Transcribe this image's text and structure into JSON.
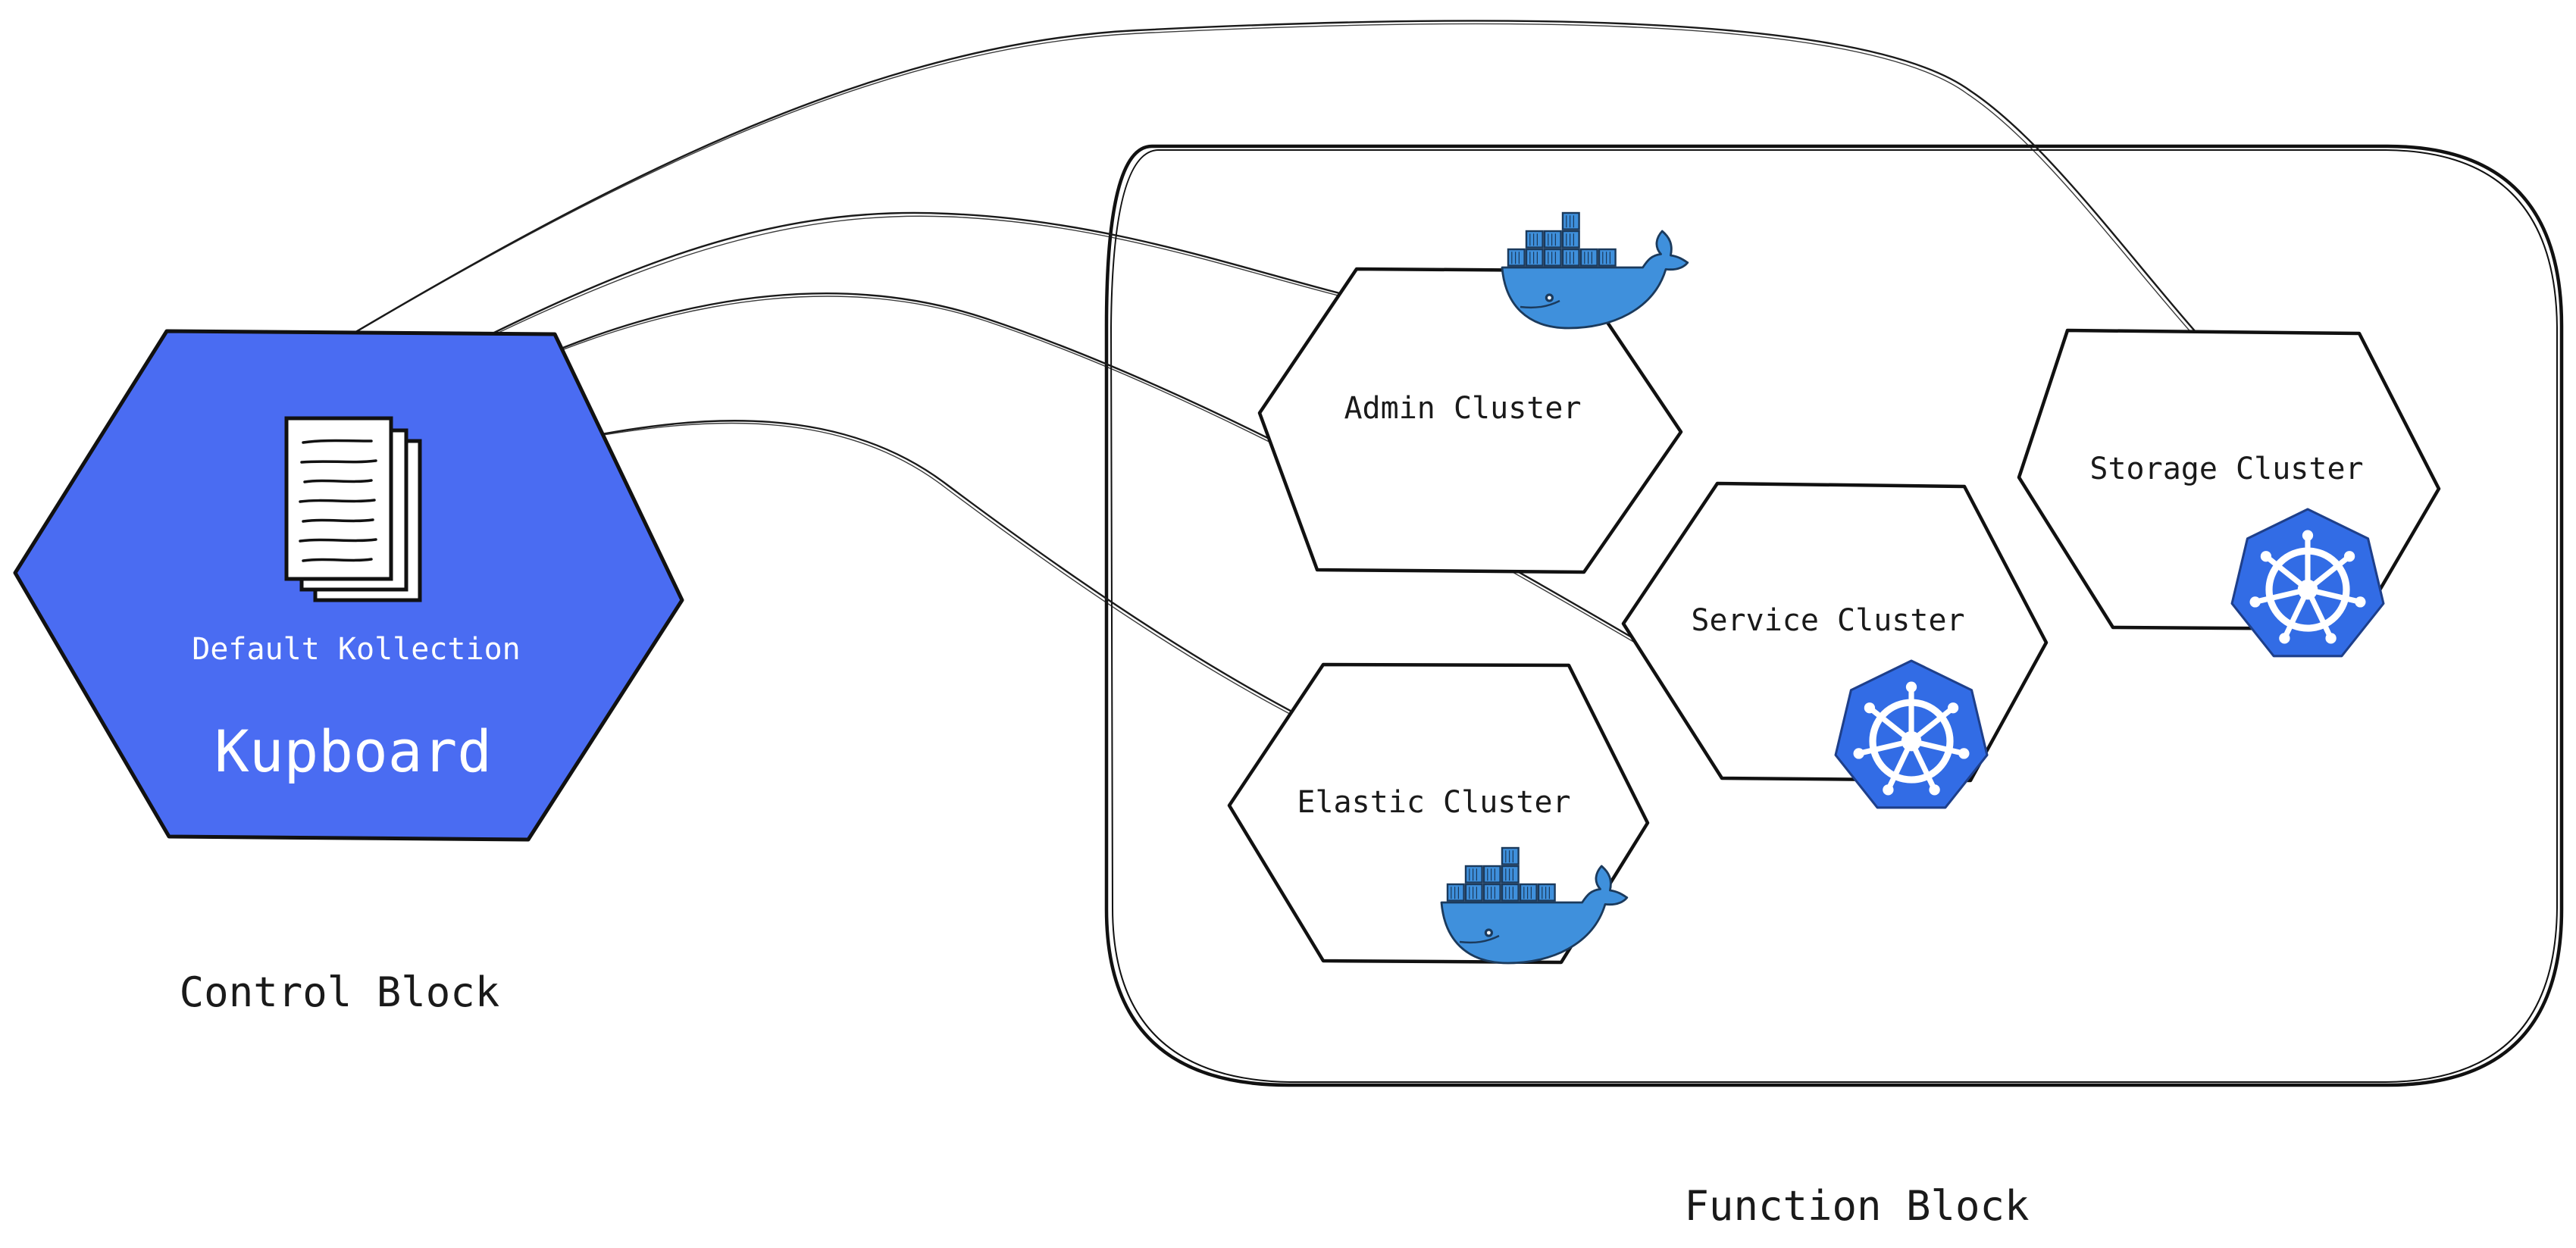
{
  "control_block": {
    "caption": "Control Block",
    "hub": {
      "subtitle": "Default Kollection",
      "title": "Kupboard",
      "icon": "documents-icon",
      "color": "#4a6cf2"
    }
  },
  "function_block": {
    "caption": "Function Block",
    "clusters": [
      {
        "label": "Admin Cluster",
        "icon": "docker-icon"
      },
      {
        "label": "Service Cluster",
        "icon": "kubernetes-icon"
      },
      {
        "label": "Storage Cluster",
        "icon": "kubernetes-icon"
      },
      {
        "label": "Elastic Cluster",
        "icon": "docker-icon"
      }
    ]
  },
  "colors": {
    "hub_fill": "#4a6cf2",
    "docker_blue": "#3f90dc",
    "kubernetes_blue": "#326ce5",
    "stroke": "#111111"
  }
}
